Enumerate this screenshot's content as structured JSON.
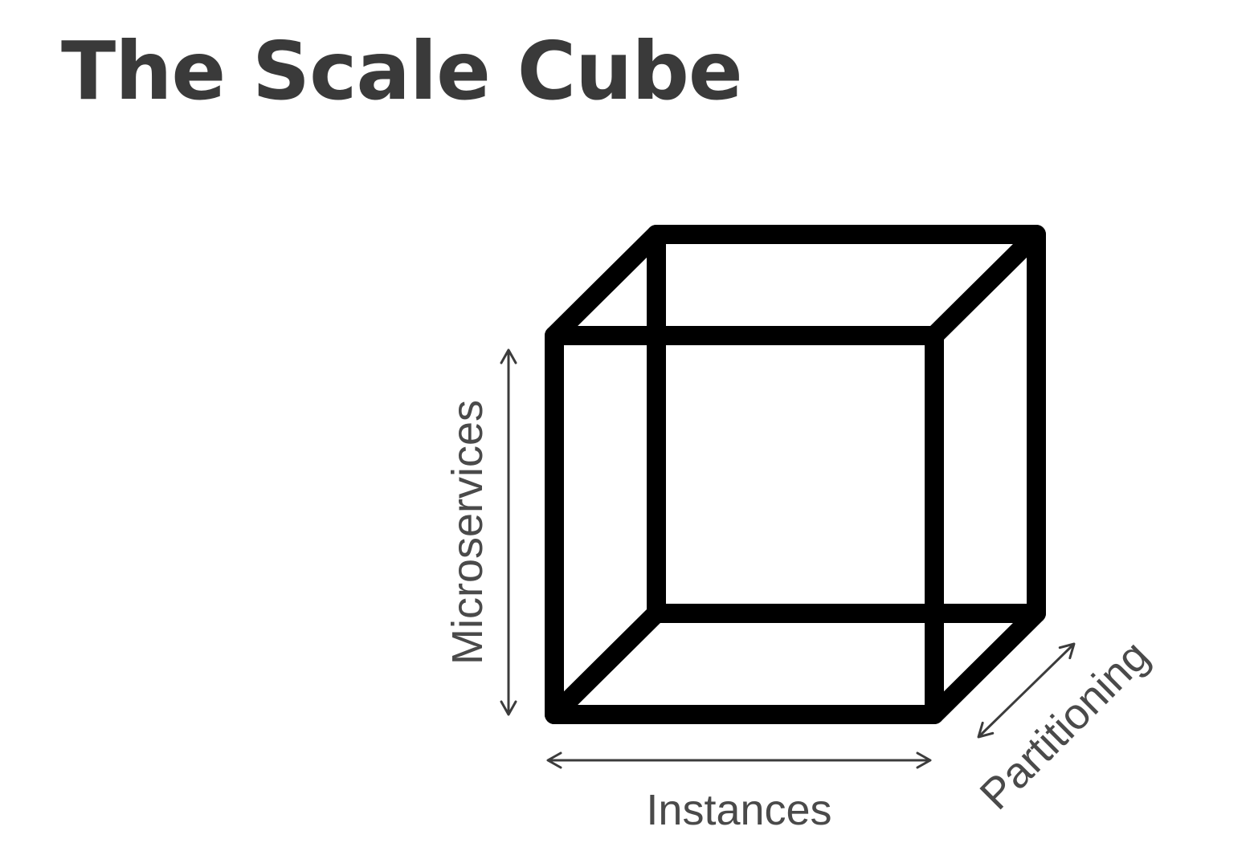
{
  "slide": {
    "title": "The Scale Cube"
  },
  "diagram": {
    "shape": "cube-wireframe",
    "axes": {
      "vertical": {
        "label": "Microservices"
      },
      "horizontal": {
        "label": "Instances"
      },
      "depth": {
        "label": "Partitioning"
      }
    }
  },
  "colors": {
    "title": "#3a3a3a",
    "cube_stroke": "#000000",
    "arrow_stroke": "#3c3c3c",
    "label_text": "#4a4a4a",
    "background": "#ffffff"
  }
}
